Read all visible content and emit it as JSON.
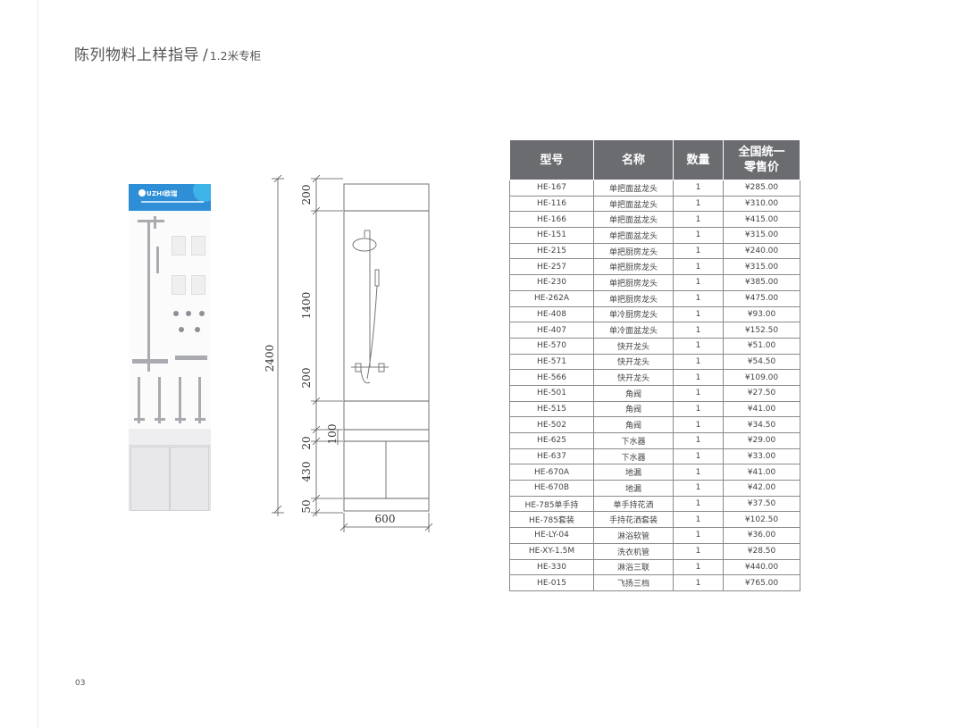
{
  "title": {
    "main": "陈列物料上样指导",
    "separator": "/",
    "sub": "1.2米专柜"
  },
  "page_number": "03",
  "photo": {
    "brand": "UZHI欧瑞"
  },
  "drawing": {
    "dim_total": "2400",
    "dim_top": "200",
    "dim_middle": "1400",
    "dim_lower": "200",
    "dim_20": "20",
    "dim_100": "100",
    "dim_430": "430",
    "dim_50": "50",
    "dim_width": "600"
  },
  "table": {
    "headers": [
      "型号",
      "名称",
      "数量",
      "全国统一零售价"
    ],
    "header_price_line1": "全国统一",
    "header_price_line2": "零售价",
    "rows": [
      {
        "model": "HE-167",
        "name": "单把面盆龙头",
        "qty": "1",
        "price": "¥285.00"
      },
      {
        "model": "HE-116",
        "name": "单把面盆龙头",
        "qty": "1",
        "price": "¥310.00"
      },
      {
        "model": "HE-166",
        "name": "单把面盆龙头",
        "qty": "1",
        "price": "¥415.00"
      },
      {
        "model": "HE-151",
        "name": "单把面盆龙头",
        "qty": "1",
        "price": "¥315.00"
      },
      {
        "model": "HE-215",
        "name": "单把厨房龙头",
        "qty": "1",
        "price": "¥240.00"
      },
      {
        "model": "HE-257",
        "name": "单把厨房龙头",
        "qty": "1",
        "price": "¥315.00"
      },
      {
        "model": "HE-230",
        "name": "单把厨房龙头",
        "qty": "1",
        "price": "¥385.00"
      },
      {
        "model": "HE-262A",
        "name": "单把厨房龙头",
        "qty": "1",
        "price": "¥475.00"
      },
      {
        "model": "HE-408",
        "name": "单冷厨房龙头",
        "qty": "1",
        "price": "¥93.00"
      },
      {
        "model": "HE-407",
        "name": "单冷面盆龙头",
        "qty": "1",
        "price": "¥152.50"
      },
      {
        "model": "HE-570",
        "name": "快开龙头",
        "qty": "1",
        "price": "¥51.00"
      },
      {
        "model": "HE-571",
        "name": "快开龙头",
        "qty": "1",
        "price": "¥54.50"
      },
      {
        "model": "HE-566",
        "name": "快开龙头",
        "qty": "1",
        "price": "¥109.00"
      },
      {
        "model": "HE-501",
        "name": "角阀",
        "qty": "1",
        "price": "¥27.50"
      },
      {
        "model": "HE-515",
        "name": "角阀",
        "qty": "1",
        "price": "¥41.00"
      },
      {
        "model": "HE-502",
        "name": "角阀",
        "qty": "1",
        "price": "¥34.50"
      },
      {
        "model": "HE-625",
        "name": "下水器",
        "qty": "1",
        "price": "¥29.00"
      },
      {
        "model": "HE-637",
        "name": "下水器",
        "qty": "1",
        "price": "¥33.00"
      },
      {
        "model": "HE-670A",
        "name": "地漏",
        "qty": "1",
        "price": "¥41.00"
      },
      {
        "model": "HE-670B",
        "name": "地漏",
        "qty": "1",
        "price": "¥42.00"
      },
      {
        "model": "HE-785单手持",
        "name": "单手持花洒",
        "qty": "1",
        "price": "¥37.50"
      },
      {
        "model": "HE-785套装",
        "name": "手持花洒套装",
        "qty": "1",
        "price": "¥102.50"
      },
      {
        "model": "HE-LY-04",
        "name": "淋浴软管",
        "qty": "1",
        "price": "¥36.00"
      },
      {
        "model": "HE-XY-1.5M",
        "name": "洗衣机管",
        "qty": "1",
        "price": "¥28.50"
      },
      {
        "model": "HE-330",
        "name": "淋浴三联",
        "qty": "1",
        "price": "¥440.00"
      },
      {
        "model": "HE-015",
        "name": "飞扬三档",
        "qty": "1",
        "price": "¥765.00"
      }
    ]
  }
}
